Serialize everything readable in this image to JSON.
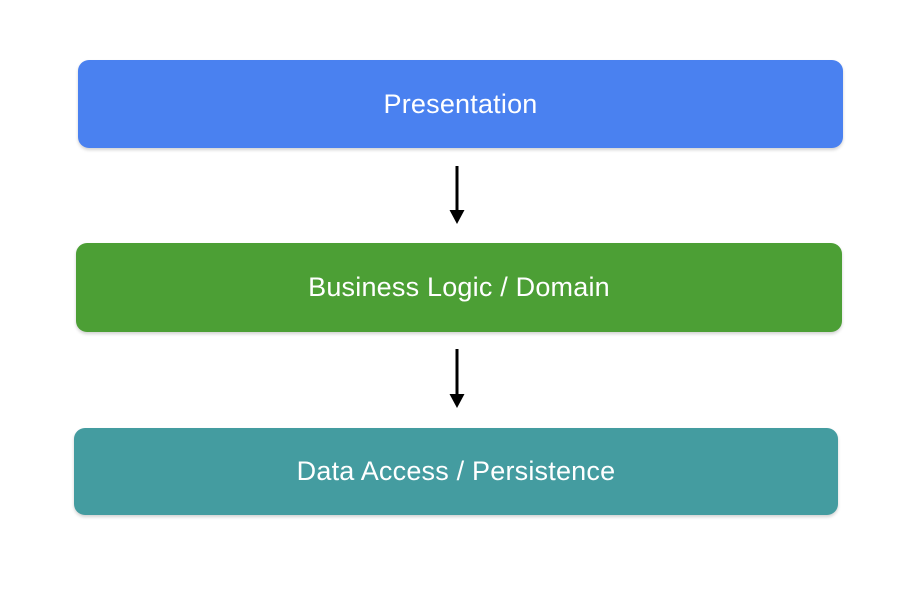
{
  "diagram": {
    "background_color": "#ffffff",
    "text_color": "#ffffff",
    "arrow_color": "#000000",
    "layers": [
      {
        "id": "presentation",
        "label": "Presentation",
        "color": "#4A81F0"
      },
      {
        "id": "business-logic",
        "label": "Business Logic / Domain",
        "color": "#4C9F35"
      },
      {
        "id": "data-access",
        "label": "Data Access / Persistence",
        "color": "#449CA0"
      }
    ],
    "connections": [
      {
        "from": "presentation",
        "to": "business-logic",
        "direction": "down"
      },
      {
        "from": "business-logic",
        "to": "data-access",
        "direction": "down"
      }
    ]
  }
}
